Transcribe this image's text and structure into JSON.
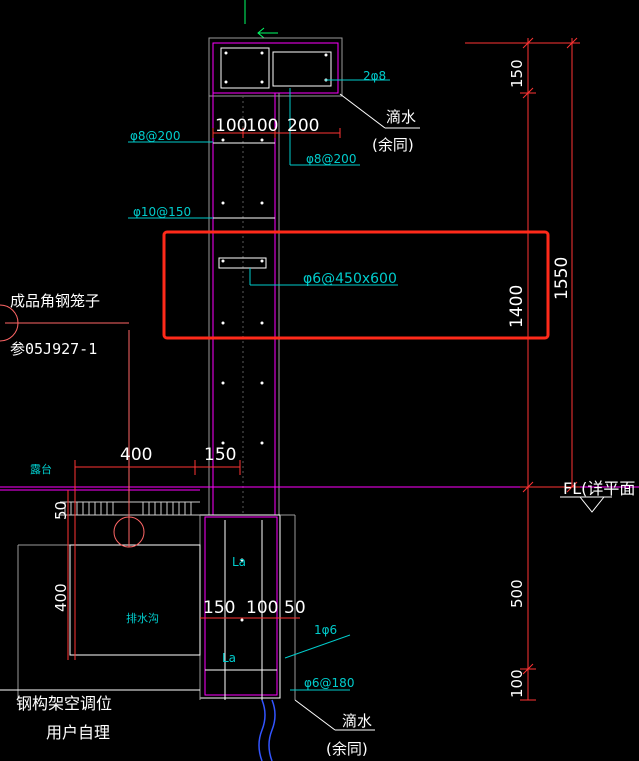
{
  "dims": {
    "top_100a": "100",
    "top_100b": "100",
    "top_200": "200",
    "d_150_top": "150",
    "d_1550": "1550",
    "d_1400": "1400",
    "d_400": "400",
    "d_150": "150",
    "d_50": "50",
    "d_400v": "400",
    "b_150": "150",
    "b_100": "100",
    "b_50": "50",
    "d_500": "500",
    "d_100r": "100"
  },
  "rebar": {
    "r_2phi8": "2φ8",
    "r_phi8_200_left": "φ8@200",
    "r_phi8_200_right": "φ8@200",
    "r_phi10_150": "φ10@150",
    "r_phi6_450": "φ6@450x600",
    "r_1phi6": "1φ6",
    "r_phi6_180": "φ6@180"
  },
  "notes": {
    "drip_top": "滴水",
    "same_top": "(余同)",
    "drip_bottom": "滴水",
    "same_bottom": "(余同)",
    "cage_line1": "成品角钢笼子",
    "cage_line2": "参05J927-1",
    "balcony": "露台",
    "drain": "排水沟",
    "la_upper": "La",
    "la_lower": "La",
    "fl": "FL(详平面",
    "ac1": "钢构架空调位",
    "ac2": "用户自理"
  },
  "colors": {
    "bg": "#000000",
    "wall": "#ff00ff",
    "dim": "#ff3333",
    "rebar": "#00cccc",
    "text": "#ffffff",
    "highlight": "#ff2a1a",
    "green": "#00ff66"
  }
}
